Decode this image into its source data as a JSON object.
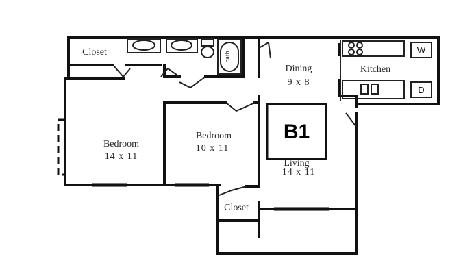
{
  "unit": {
    "code": "B1"
  },
  "rooms": {
    "closet_top": {
      "name": "Closet"
    },
    "bedroom_1": {
      "name": "Bedroom",
      "size": "14 x 11"
    },
    "bedroom_2": {
      "name": "Bedroom",
      "size": "10 x 11"
    },
    "dining": {
      "name": "Dining",
      "size": "9 x 8"
    },
    "kitchen": {
      "name": "Kitchen"
    },
    "living": {
      "name": "Living",
      "size": "14 x 11"
    },
    "closet_bottom": {
      "name": "Closet"
    },
    "bath": {
      "name": "bath"
    }
  },
  "appliances": {
    "washer": "W",
    "dryer": "D"
  },
  "colors": {
    "wall": "#111111",
    "line": "#333333",
    "background": "#ffffff"
  }
}
